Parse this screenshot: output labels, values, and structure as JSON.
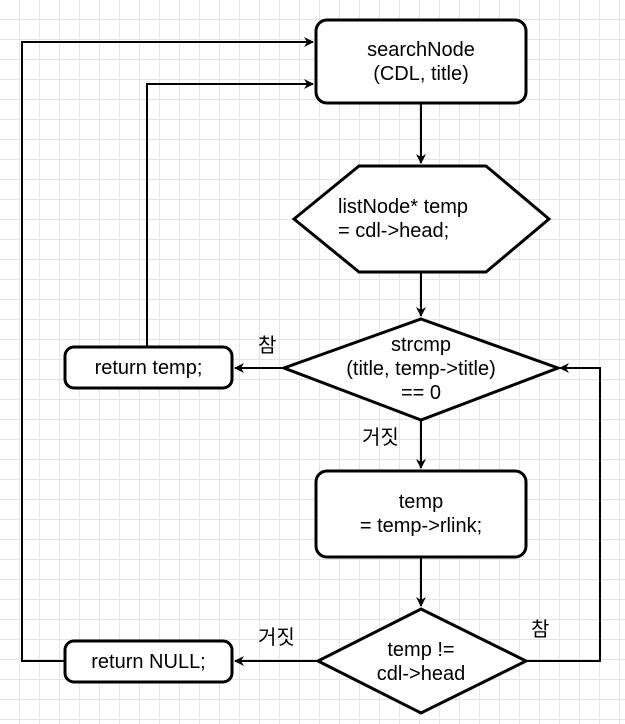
{
  "nodes": {
    "search_node": {
      "line1": "searchNode",
      "line2": "(CDL, title)"
    },
    "init_temp": {
      "line1": "listNode* temp",
      "line2": "= cdl->head;"
    },
    "strcmp_check": {
      "line1": "strcmp",
      "line2": "(title, temp->title)",
      "line3": "== 0"
    },
    "return_temp": {
      "text": "return temp;"
    },
    "advance_temp": {
      "line1": "temp",
      "line2": "= temp->rlink;"
    },
    "loop_check": {
      "line1": "temp !=",
      "line2": "cdl->head"
    },
    "return_null": {
      "text": "return NULL;"
    }
  },
  "edge_labels": {
    "strcmp_true": "참",
    "strcmp_false": "거짓",
    "loop_true": "참",
    "loop_false": "거짓"
  },
  "colors": {
    "stroke": "#000000",
    "fill": "#ffffff",
    "grid": "#e4e4e4"
  }
}
